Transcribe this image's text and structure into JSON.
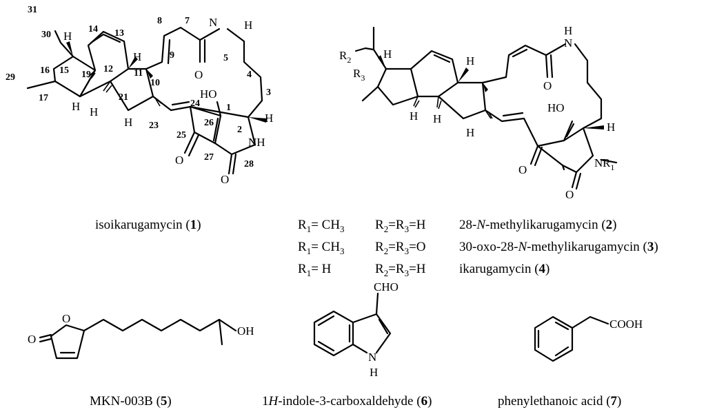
{
  "compound_1": {
    "name": "isoikarugamycin",
    "id": "1",
    "atoms": {
      "N": "N",
      "H": "H",
      "O": "O",
      "HO": "HO",
      "NH": "NH"
    },
    "numbers": [
      "31",
      "30",
      "14",
      "13",
      "8",
      "7",
      "9",
      "10",
      "5",
      "4",
      "3",
      "16",
      "15",
      "12",
      "11",
      "19",
      "21",
      "29",
      "17",
      "1",
      "24",
      "26",
      "2",
      "23",
      "25",
      "27",
      "28"
    ]
  },
  "compound_2": {
    "R2": "R",
    "R2_sub": "2",
    "R3": "R",
    "R3_sub": "3",
    "R1": "R",
    "R1_sub": "1",
    "atoms": {
      "N": "N",
      "H": "H",
      "O": "O",
      "HO": "HO"
    }
  },
  "r_table": [
    {
      "r1": "R",
      "r1_sub": "1",
      "r1_val": "= CH",
      "r1_val_sub": "3",
      "r23": "R",
      "r2_sub": "2",
      "r23_mid": "=R",
      "r3_sub": "3",
      "r23_val": "=H",
      "name_pre": "28-",
      "name_it": "N",
      "name_post": "-methylikarugamycin (",
      "id": "2",
      "close": ")"
    },
    {
      "r1": "R",
      "r1_sub": "1",
      "r1_val": "= CH",
      "r1_val_sub": "3",
      "r23": "R",
      "r2_sub": "2",
      "r23_mid": "=R",
      "r3_sub": "3",
      "r23_val": "=O",
      "name_pre": "30-oxo-28-",
      "name_it": "N",
      "name_post": "-methylikarugamycin (",
      "id": "3",
      "close": ")"
    },
    {
      "r1": "R",
      "r1_sub": "1",
      "r1_val": "=  H",
      "r1_val_sub": "",
      "r23": "R",
      "r2_sub": "2",
      "r23_mid": "=R",
      "r3_sub": "3",
      "r23_val": "=H",
      "name_pre": "ikarugamycin (",
      "name_it": "",
      "name_post": "",
      "id": "4",
      "close": ")"
    }
  ],
  "compound_5": {
    "name": "MKN-003B (",
    "id": "5",
    "close": ")",
    "atoms": {
      "O_ring": "O",
      "O_carbonyl": "O",
      "OH": "OH"
    }
  },
  "compound_6": {
    "name_pre": "1",
    "name_it": "H",
    "name_post": "-indole-3-carboxaldehyde (",
    "id": "6",
    "close": ")",
    "atoms": {
      "CHO": "CHO",
      "N": "N",
      "H": "H"
    }
  },
  "compound_7": {
    "name": "phenylethanoic acid (",
    "id": "7",
    "close": ")",
    "atoms": {
      "COOH": "COOH"
    }
  }
}
